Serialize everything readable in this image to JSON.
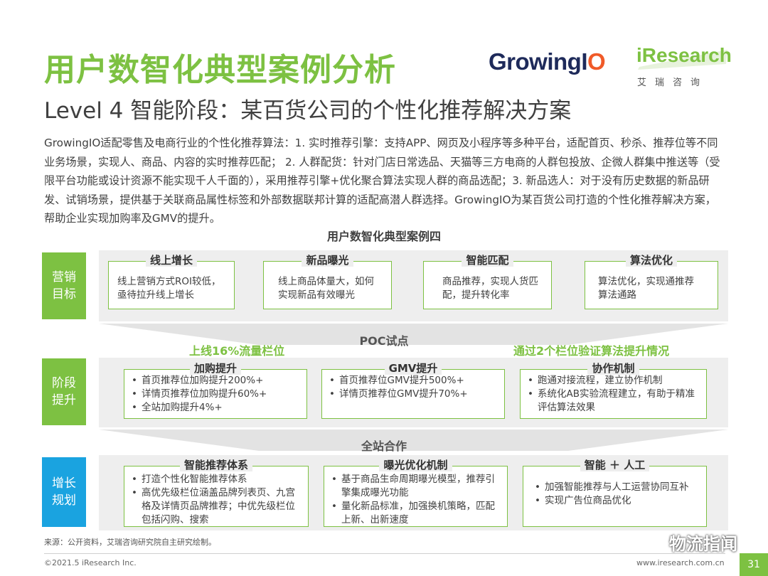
{
  "header": {
    "title": "用户数智化典型案例分析",
    "subtitle": "Level 4 智能阶段：某百货公司的个性化推荐解决方案",
    "logo_growing_main": "GrowingI",
    "logo_growing_accent": "O",
    "logo_iresearch": "iResearch",
    "logo_iresearch_cn": "艾瑞咨询"
  },
  "intro": "GrowingIO适配零售及电商行业的个性化推荐算法：1. 实时推荐引擎：支持APP、网页及小程序等多种平台，适配首页、秒杀、推荐位等不同业务场景，实现人、商品、内容的实时推荐匹配； 2. 人群配货：针对门店日常选品、天猫等三方电商的人群包投放、企微人群集中推送等（受限平台功能或设计资源不能实现千人千面的），采用推荐引擎+优化聚合算法实现人群的商品选配；3. 新品选人：对于没有历史数据的新品研发、试销场景，提供基于关联商品属性标签和外部数据联邦计算的适配高潜人群选择。GrowingIO为某百货公司打造的个性化推荐解决方案，帮助企业实现加购率及GMV的提升。",
  "case_title": "用户数智化典型案例四",
  "rows": [
    {
      "label_line1": "营销",
      "label_line2": "目标",
      "cards": [
        {
          "title": "线上增长",
          "text": "线上营销方式ROI较低，亟待拉升线上增长"
        },
        {
          "title": "新品曝光",
          "text": "线上商品体量大，如何实现新品有效曝光"
        },
        {
          "title": "智能匹配",
          "text": "商品推荐，实现人货匹配，提升转化率"
        },
        {
          "title": "算法优化",
          "text": "算法优化，实现通推荐算法通路"
        }
      ]
    },
    {
      "label_line1": "阶段",
      "label_line2": "提升",
      "cards": [
        {
          "title": "加购提升",
          "items": [
            "首页推荐位加购提升200%+",
            "详情页推荐位加购提升60%+",
            "全站加购提升4%+"
          ]
        },
        {
          "title": "GMV提升",
          "items": [
            "首页推荐位GMV提升500%+",
            "详情页推荐位GMV提升70%+"
          ]
        },
        {
          "title": "协作机制",
          "items": [
            "跑通对接流程，建立协作机制",
            "系统化AB实验流程建立，有助于精准评估算法效果"
          ]
        }
      ]
    },
    {
      "label_line1": "增长",
      "label_line2": "规划",
      "cards": [
        {
          "title": "智能推荐体系",
          "items": [
            "打造个性化智能推荐体系",
            "高优先级栏位涵盖品牌列表页、九宫格及详情页品牌推荐；中优先级栏位包括闪购、搜索"
          ]
        },
        {
          "title": "曝光优化机制",
          "items": [
            "基于商品生命周期曝光模型，推荐引擎集成曝光功能",
            "量化新品标准，加强换机策略，匹配上新、出新速度"
          ]
        },
        {
          "title": "智能 ＋ 人工",
          "items": [
            "加强智能推荐与人工运营协同互补",
            "实现广告位商品优化"
          ]
        }
      ]
    }
  ],
  "separators": {
    "poc": "POC试点",
    "poc_left_note": "上线16%流量栏位",
    "poc_right_note": "通过2个栏位验证算法提升情况",
    "site": "全站合作"
  },
  "footer": {
    "source": "来源：公开资料，艾瑞咨询研究院自主研究绘制。",
    "copyright": "©2021.5 iResearch Inc.",
    "site": "www.iresearch.com.cn",
    "page": "31",
    "watermark": "物流指闻"
  },
  "colors": {
    "green": "#7dc142",
    "blue": "#1aa3e0",
    "panel": "#eeeeee"
  }
}
